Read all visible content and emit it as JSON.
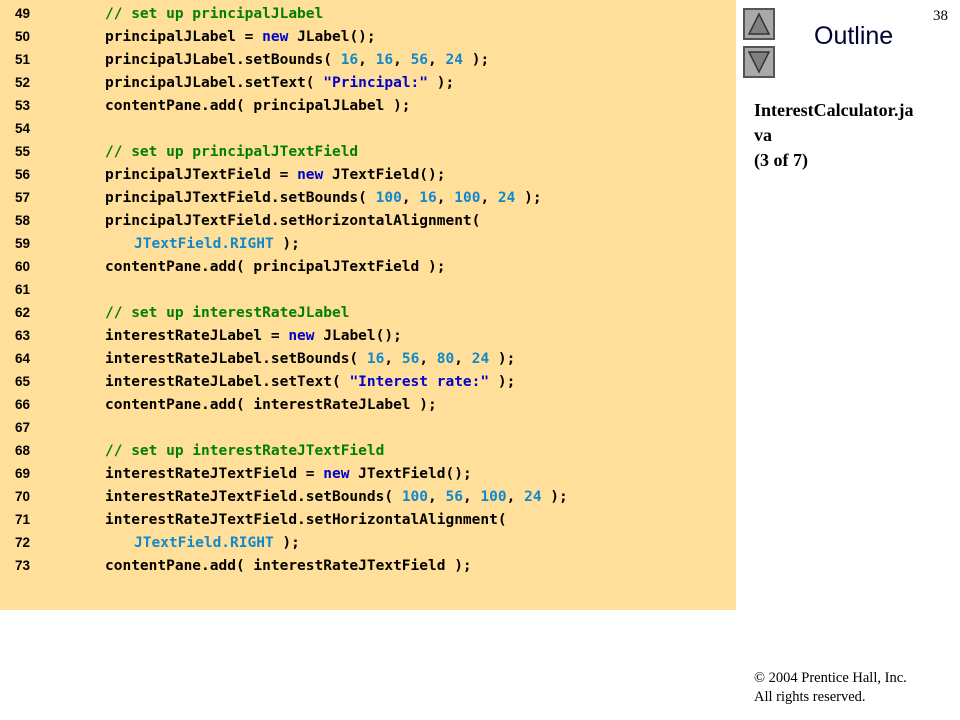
{
  "page_number": "38",
  "outline": {
    "title": "Outline",
    "up_icon": "triangle-up",
    "down_icon": "triangle-down"
  },
  "file_caption": {
    "line1": "InterestCalculator.ja",
    "line2": "va",
    "line3": "(3 of 7)"
  },
  "copyright": {
    "line1": "© 2004 Prentice Hall, Inc.",
    "line2": "All rights reserved."
  },
  "colors": {
    "code_background": "#ffdf99",
    "keyword": "#0000cc",
    "number": "#1188cc",
    "comment": "#008000"
  },
  "code_lines": [
    {
      "num": "49",
      "text": "// set up principalJLabel"
    },
    {
      "num": "50",
      "text": "principalJLabel = new JLabel();"
    },
    {
      "num": "51",
      "text": "principalJLabel.setBounds( 16, 16, 56, 24 );"
    },
    {
      "num": "52",
      "text": "principalJLabel.setText( \"Principal:\" );"
    },
    {
      "num": "53",
      "text": "contentPane.add( principalJLabel );"
    },
    {
      "num": "54",
      "text": ""
    },
    {
      "num": "55",
      "text": "// set up principalJTextField"
    },
    {
      "num": "56",
      "text": "principalJTextField = new JTextField();"
    },
    {
      "num": "57",
      "text": "principalJTextField.setBounds( 100, 16, 100, 24 );"
    },
    {
      "num": "58",
      "text": "principalJTextField.setHorizontalAlignment("
    },
    {
      "num": "59",
      "text": "JTextField.RIGHT );"
    },
    {
      "num": "60",
      "text": "contentPane.add( principalJTextField );"
    },
    {
      "num": "61",
      "text": ""
    },
    {
      "num": "62",
      "text": "// set up interestRateJLabel"
    },
    {
      "num": "63",
      "text": "interestRateJLabel = new JLabel();"
    },
    {
      "num": "64",
      "text": "interestRateJLabel.setBounds( 16, 56, 80, 24 );"
    },
    {
      "num": "65",
      "text": "interestRateJLabel.setText( \"Interest rate:\" );"
    },
    {
      "num": "66",
      "text": "contentPane.add( interestRateJLabel );"
    },
    {
      "num": "67",
      "text": ""
    },
    {
      "num": "68",
      "text": "// set up interestRateJTextField"
    },
    {
      "num": "69",
      "text": "interestRateJTextField = new JTextField();"
    },
    {
      "num": "70",
      "text": "interestRateJTextField.setBounds( 100, 56, 100, 24 );"
    },
    {
      "num": "71",
      "text": "interestRateJTextField.setHorizontalAlignment("
    },
    {
      "num": "72",
      "text": "JTextField.RIGHT );"
    },
    {
      "num": "73",
      "text": "contentPane.add( interestRateJTextField );"
    }
  ]
}
